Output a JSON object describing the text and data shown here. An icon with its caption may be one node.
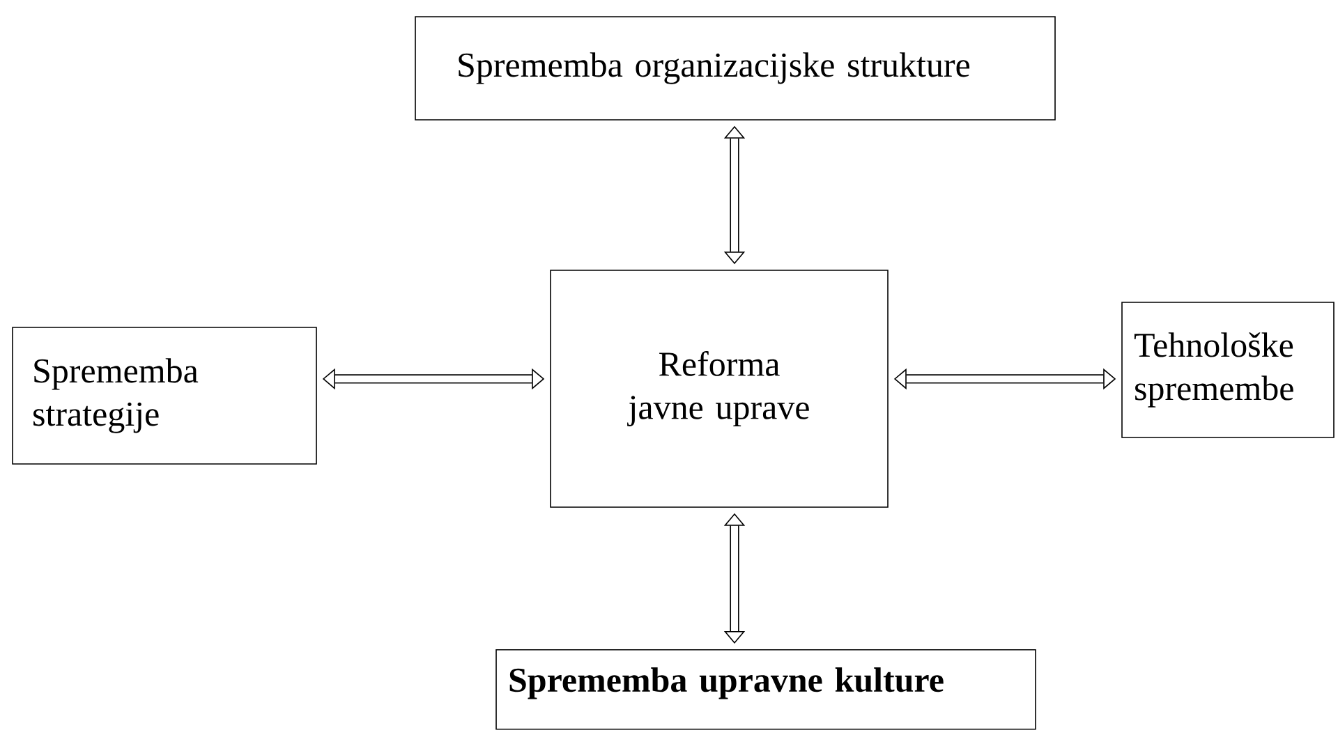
{
  "diagram": {
    "nodes": [
      {
        "text": [
          "Sprememba organizacijske strukture"
        ]
      },
      {
        "text": [
          "Sprememba strategije"
        ]
      },
      {
        "text": [
          "Reforma javne uprave"
        ]
      },
      {
        "text": [
          "Tehnološke spremembe"
        ]
      },
      {
        "text": [
          "Sprememba upravne kulture"
        ]
      }
    ],
    "edges": [
      {
        "from": 2,
        "to": 0,
        "arrow": "both"
      },
      {
        "from": 2,
        "to": 1,
        "arrow": "both"
      },
      {
        "from": 2,
        "to": 3,
        "arrow": "both"
      },
      {
        "from": 2,
        "to": 4,
        "arrow": "both"
      }
    ]
  }
}
